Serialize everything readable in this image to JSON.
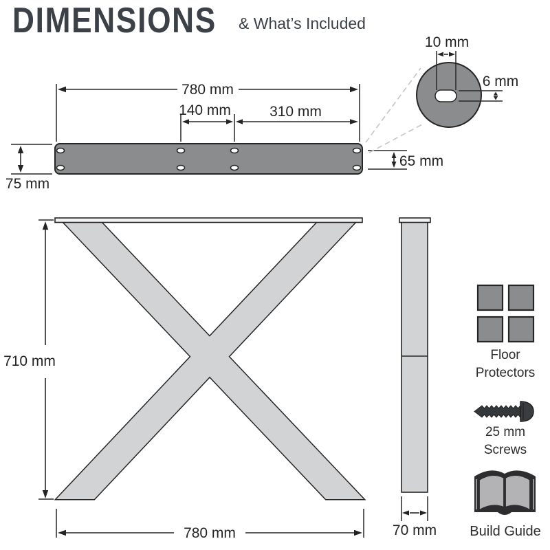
{
  "header": {
    "title": "DIMENSIONS",
    "subtitle": "& What’s Included"
  },
  "plate_top_view": {
    "dim_total_width": "780 mm",
    "dim_hole_spacing_1": "140 mm",
    "dim_hole_spacing_2": "310 mm",
    "dim_plate_height": "75 mm",
    "dim_hole_row_spacing": "65 mm"
  },
  "hole_detail": {
    "dim_slot_width": "10 mm",
    "dim_slot_height": "6 mm"
  },
  "front_view": {
    "dim_height": "710 mm",
    "dim_width": "780 mm"
  },
  "side_view": {
    "dim_depth": "70 mm"
  },
  "included": {
    "items": [
      {
        "icon": "floor-protectors-icon",
        "label": "Floor Protectors"
      },
      {
        "icon": "screw-icon",
        "label": "25 mm Screws"
      },
      {
        "icon": "build-guide-icon",
        "label": "Build Guide"
      }
    ]
  },
  "colors": {
    "plate_gray": "#8a8c8e",
    "leg_gray": "#d2d3d4",
    "pages_gray": "#b3b3b5",
    "outline": "#262626",
    "dashed_callout": "#c5c5c5",
    "title_text": "#3c4148"
  }
}
